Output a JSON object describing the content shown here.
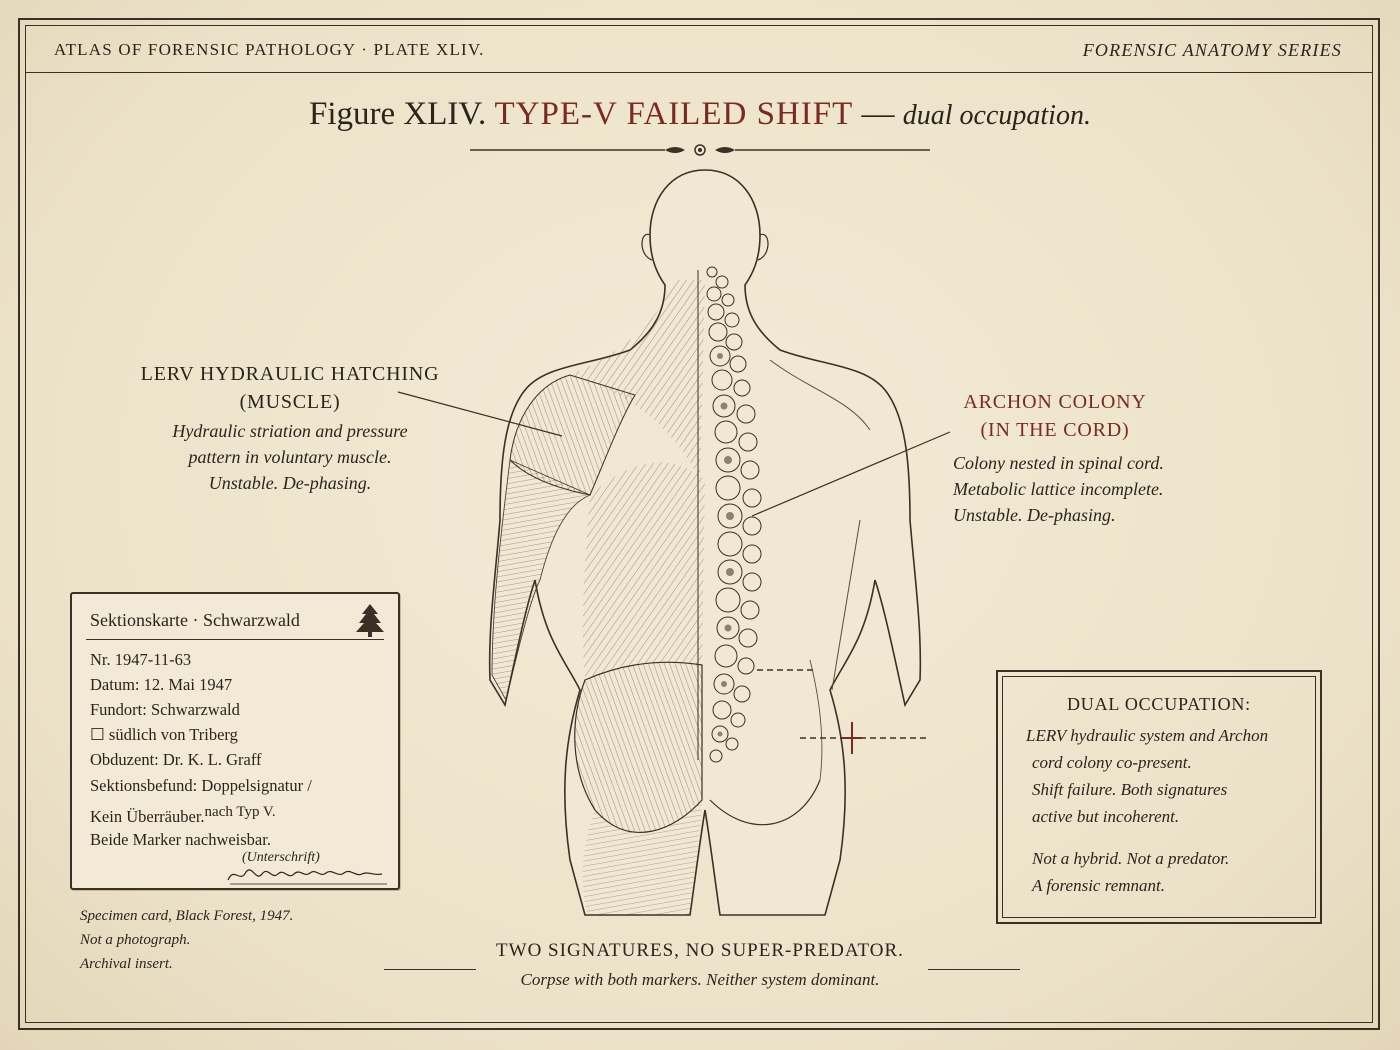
{
  "header": {
    "left": "ATLAS OF FORENSIC PATHOLOGY  ·  PLATE XLIV.",
    "right": "FORENSIC ANATOMY SERIES"
  },
  "title": {
    "prefix": "Figure XLIV.",
    "highlight": "TYPE-V FAILED SHIFT",
    "dash": "—",
    "suffix": "dual occupation."
  },
  "label_left": {
    "heading_1": "LERV HYDRAULIC HATCHING",
    "heading_2": "(MUSCLE)",
    "lines": [
      "Hydraulic striation and pressure",
      "pattern in voluntary muscle.",
      "Unstable. De-phasing."
    ]
  },
  "label_right": {
    "heading_1": "ARCHON COLONY",
    "heading_2": "(IN THE CORD)",
    "lines": [
      "Colony nested in spinal cord.",
      "Metabolic lattice incomplete.",
      "Unstable. De-phasing."
    ]
  },
  "card": {
    "title": "Sektionskarte · Schwarzwald",
    "lines": [
      "Nr. 1947-11-63",
      "Datum: 12. Mai 1947",
      "Fundort: Schwarzwald",
      "☐ südlich von Triberg",
      "Obduzent: Dr. K. L. Graff",
      "Sektionsbefund: Doppelsignatur /"
    ],
    "line_7_main": "Kein Überräuber.",
    "line_7_sup": "nach Typ V.",
    "line_8": "Beide Marker nachweisbar.",
    "signature_label": "(Unterschrift)",
    "tree_icon": "pine-tree-icon"
  },
  "caption_left": [
    "Specimen card, Black Forest, 1947.",
    "Not a photograph.",
    "Archival insert."
  ],
  "dual_box": {
    "title": "DUAL OCCUPATION:",
    "lines": [
      "LERV hydraulic system and Archon",
      "cord colony co-present.",
      "Shift failure. Both signatures",
      "active but incoherent."
    ],
    "lines_2": [
      "Not a hybrid. Not a predator.",
      "A forensic remnant."
    ]
  },
  "bottom": {
    "heading": "TWO SIGNATURES, NO SUPER-PREDATOR.",
    "sub": "Corpse with both markers. Neither system dominant."
  },
  "colors": {
    "ink": "#2a241c",
    "accent_red": "#7a2a22",
    "paper": "#efe6d0"
  }
}
